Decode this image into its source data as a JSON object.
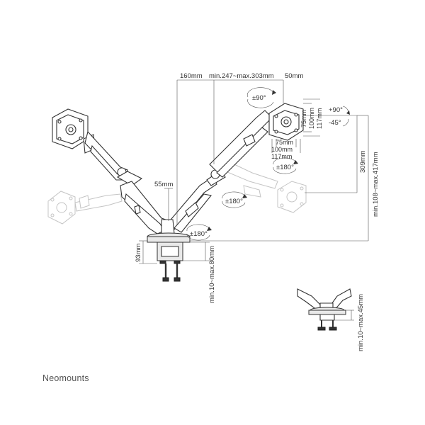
{
  "brand": {
    "name": "Neomounts"
  },
  "dimensions": {
    "arm_width": "160mm",
    "arm_reach": "min.247~max.303mm",
    "vesa_offset": "50mm",
    "pole_offset": "55mm",
    "vesa_75": "75mm",
    "vesa_100": "100mm",
    "vesa_117": "117mm",
    "vesa_75_h": "75mm",
    "vesa_100_h": "100mm",
    "vesa_117_h": "117mm",
    "height_range": "309mm",
    "height_total": "min.108~max.417mm",
    "base_height": "93mm",
    "desk_clamp_range": "min.10~max.80mm",
    "grommet_range": "min.10~max.45mm"
  },
  "rotations": {
    "rotate_top": "±90°",
    "tilt_up": "+90°",
    "tilt_down": "-45°",
    "swivel_monitor": "±180°",
    "swivel_arm": "±180°",
    "swivel_base": "±180°"
  }
}
